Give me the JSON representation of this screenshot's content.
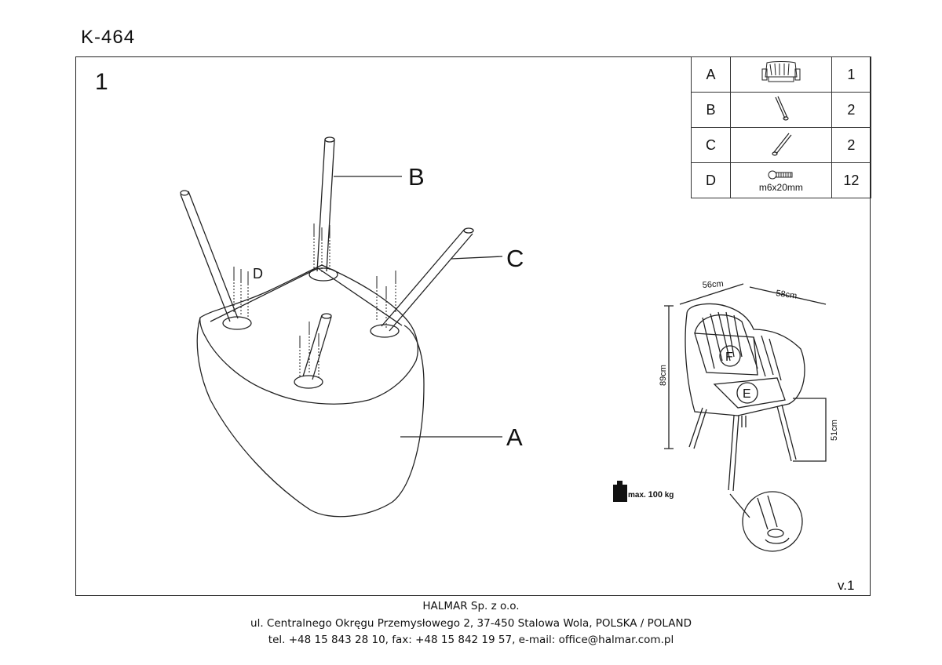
{
  "header": {
    "model": "K-464"
  },
  "step": {
    "number": "1"
  },
  "version": "v.1",
  "parts": [
    {
      "letter": "A",
      "icon": "armchair-icon",
      "spec": "",
      "qty": "1"
    },
    {
      "letter": "B",
      "icon": "long-leg-icon",
      "spec": "",
      "qty": "2"
    },
    {
      "letter": "C",
      "icon": "short-leg-icon",
      "spec": "",
      "qty": "2"
    },
    {
      "letter": "D",
      "icon": "screw-icon",
      "spec": "m6x20mm",
      "qty": "12"
    }
  ],
  "callouts": {
    "a": "A",
    "b": "B",
    "c": "C",
    "d": "D"
  },
  "dimensions": {
    "width": "56cm",
    "depth": "58cm",
    "height": "89cm",
    "seat_height": "51cm"
  },
  "feature_labels": {
    "e": "E",
    "f": "F"
  },
  "max_load": {
    "prefix": "max.",
    "value": "100",
    "unit": "kg"
  },
  "footer": {
    "company": "HALMAR Sp. z o.o.",
    "address": "ul. Centralnego Okręgu Przemysłowego 2, 37-450 Stalowa Wola, POLSKA / POLAND",
    "contact": "tel. +48 15 843 28 10, fax: +48 15 842 19 57, e-mail: office@halmar.com.pl"
  }
}
